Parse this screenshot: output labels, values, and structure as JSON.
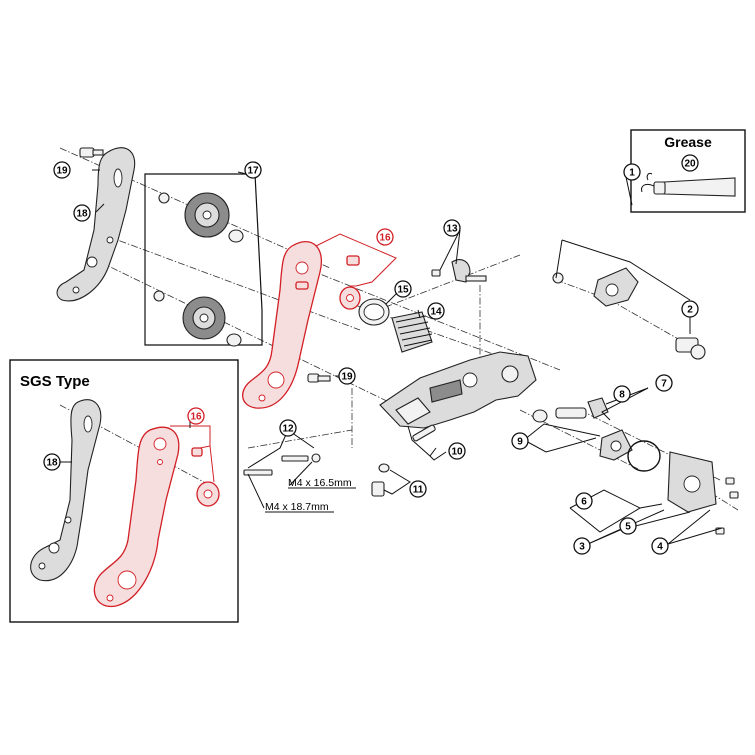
{
  "callouts": [
    {
      "id": "c1",
      "text": "1",
      "red": false
    },
    {
      "id": "c2",
      "text": "2",
      "red": false
    },
    {
      "id": "c3",
      "text": "3",
      "red": false
    },
    {
      "id": "c4",
      "text": "4",
      "red": false
    },
    {
      "id": "c5",
      "text": "5",
      "red": false
    },
    {
      "id": "c6",
      "text": "6",
      "red": false
    },
    {
      "id": "c7",
      "text": "7",
      "red": false
    },
    {
      "id": "c8",
      "text": "8",
      "red": false
    },
    {
      "id": "c9",
      "text": "9",
      "red": false
    },
    {
      "id": "c10",
      "text": "10",
      "red": false
    },
    {
      "id": "c11",
      "text": "11",
      "red": false
    },
    {
      "id": "c12",
      "text": "12",
      "red": false
    },
    {
      "id": "c13",
      "text": "13",
      "red": false
    },
    {
      "id": "c14",
      "text": "14",
      "red": false
    },
    {
      "id": "c15",
      "text": "15",
      "red": false
    },
    {
      "id": "c16",
      "text": "16",
      "red": true
    },
    {
      "id": "c16b",
      "text": "16",
      "red": true
    },
    {
      "id": "c17",
      "text": "17",
      "red": false
    },
    {
      "id": "c18",
      "text": "18",
      "red": false
    },
    {
      "id": "c18b",
      "text": "18",
      "red": false
    },
    {
      "id": "c19",
      "text": "19",
      "red": false
    },
    {
      "id": "c19b",
      "text": "19",
      "red": false
    },
    {
      "id": "c20",
      "text": "20",
      "red": false
    }
  ],
  "grease_box": {
    "title": "Grease"
  },
  "sgs_box": {
    "title": "SGS Type"
  },
  "specs": {
    "bolt_short": "M4 x 16.5mm",
    "bolt_long": "M4 x 18.7mm"
  }
}
